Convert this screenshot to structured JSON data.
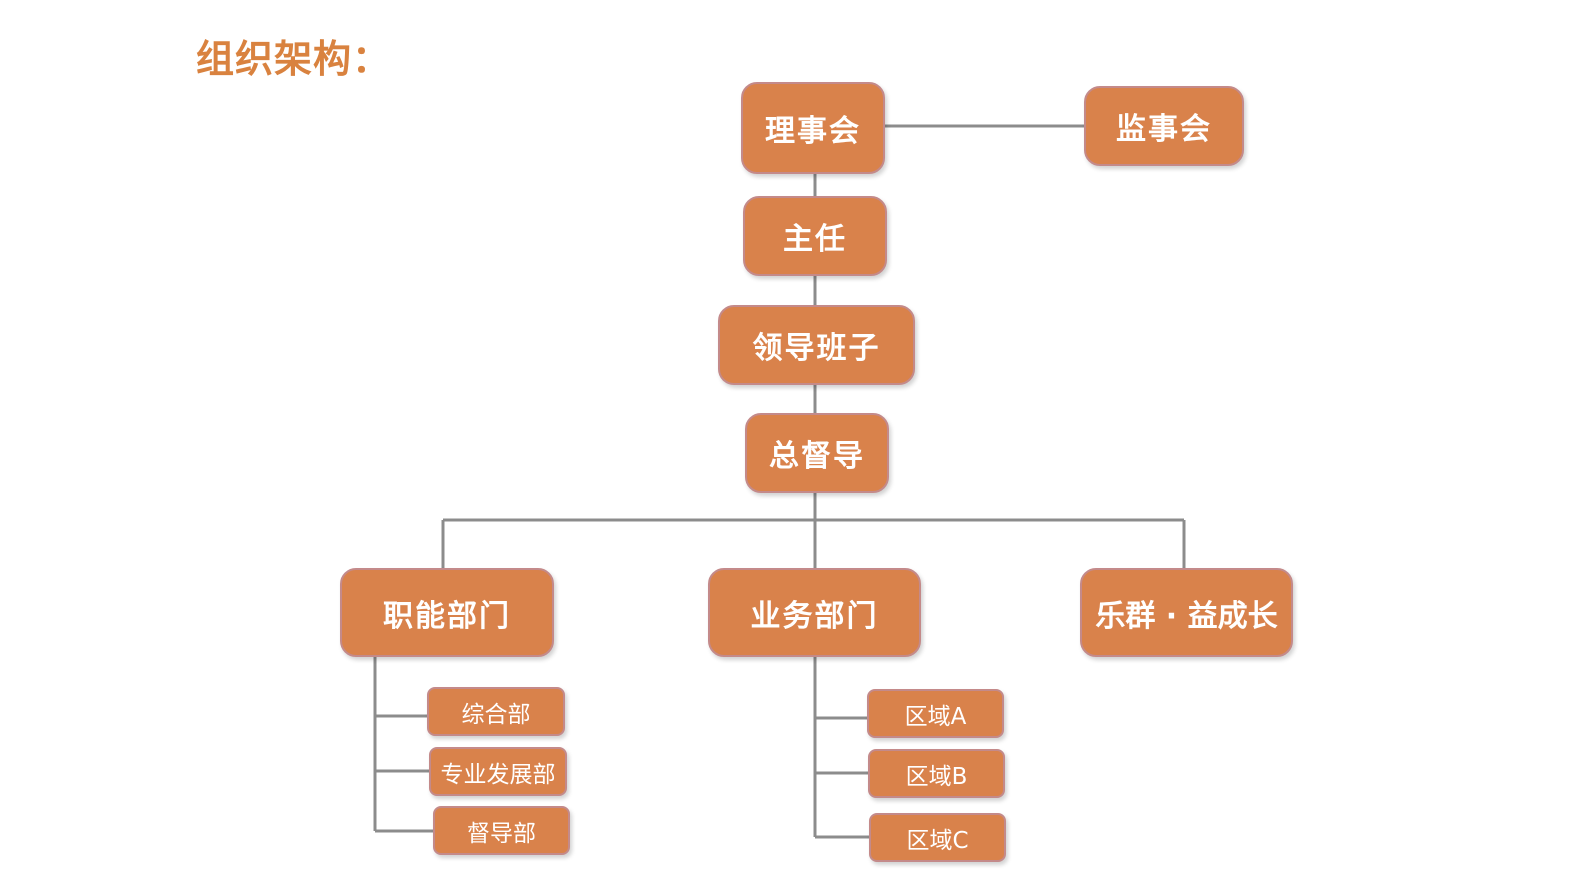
{
  "title": "组织架构：",
  "colors": {
    "title": "#d9823f",
    "node_fill": "#d9824b",
    "node_border": "#c48a8a",
    "node_text": "#ffffff",
    "connector": "#8c8c8c"
  },
  "nodes": {
    "board": "理事会",
    "supervisors": "监事会",
    "director": "主任",
    "leadership": "领导班子",
    "chief_supervisor": "总督导",
    "functional": "职能部门",
    "business": "业务部门",
    "lequn": "乐群 · 益成长",
    "functional_children": [
      "综合部",
      "专业发展部",
      "督导部"
    ],
    "business_children": [
      "区域A",
      "区域B",
      "区域C"
    ]
  }
}
